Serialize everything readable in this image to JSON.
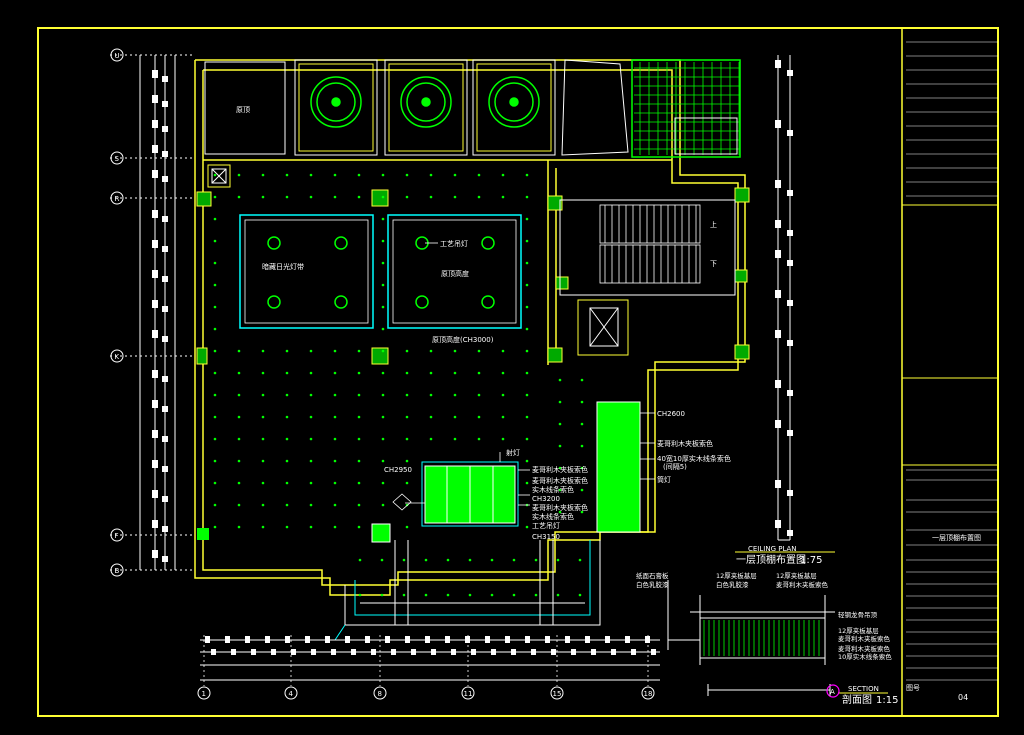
{
  "colors": {
    "background": "#000000",
    "frame": "#ffff33",
    "wall": "#ffff33",
    "dimension": "#ffffff",
    "grid": "#00ff00",
    "cyan": "#00ffff",
    "text": "#ffffff",
    "highlight_fill": "#00ff00",
    "hatch_fill": "#00aa00"
  },
  "plan_labels": {
    "room_a": "原顶",
    "lamp_light_strip": "暗藏日光灯带",
    "craft_lamp": "工艺吊灯",
    "original_height": "原顶高度",
    "ceiling_height_main": "原顶高度(CH3000)",
    "stair_up": "上",
    "stair_down": "下",
    "ch2600": "CH2600",
    "wood_a": "麦哥利木夹板索色",
    "wood_b": "40宽10厚实木线条索色",
    "wood_b2": "(间隔5)",
    "tube_lamp": "筒灯",
    "spot": "射灯",
    "ch2950": "CH2950",
    "note_1": "麦哥利木夹板索色",
    "note_2": "麦哥利木夹板索色",
    "note_3": "实木线条索色",
    "ch3200": "CH3200",
    "note_4": "麦哥利木夹板索色",
    "note_5": "实木线条索色",
    "note_6": "工艺吊灯",
    "ch3150": "CH3150"
  },
  "axis_labels_left": [
    "U",
    "S",
    "R",
    "K",
    "F",
    "B"
  ],
  "axis_labels_bottom": [
    "1",
    "4",
    "8",
    "11",
    "15",
    "18"
  ],
  "ceiling_plan": {
    "title_en": "CEILING PLAN",
    "title_cn": "一层顶棚布置图",
    "scale": "1:75"
  },
  "section": {
    "marker": "A",
    "title_en": "SECTION",
    "title_cn": "剖面图",
    "scale": "1:15",
    "notes_left": [
      "纸面石膏板",
      "白色乳胶漆"
    ],
    "notes_top": [
      "12厚夹板基层",
      "白色乳胶漆",
      "12厚夹板基层",
      "麦哥利木夹板索色"
    ],
    "notes_right": [
      "轻钢龙骨吊顶",
      "12厚夹板基层",
      "麦哥利木夹板索色",
      "麦哥利木夹板索色",
      "10厚实木线条索色"
    ]
  },
  "title_block": {
    "drawing_name": "一层顶棚布置图",
    "sheet_label": "图号",
    "sheet_no": "04"
  }
}
